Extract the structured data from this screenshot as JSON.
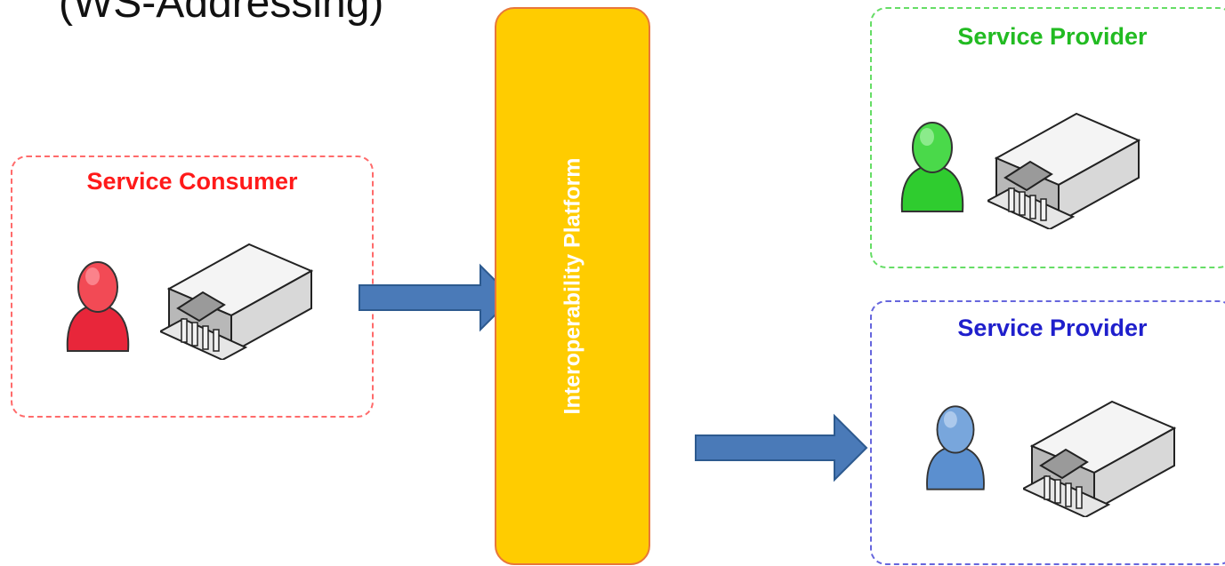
{
  "heading": "(WS-Addressing)",
  "platform": {
    "label": "Interoperability Platform",
    "fill": "#ffcc00",
    "border": "#e8773a"
  },
  "consumer": {
    "title": "Service Consumer",
    "color": "#ff1a1a",
    "person_color": "#e8263a",
    "icons": [
      "person-icon",
      "building-server-icon"
    ]
  },
  "provider_top": {
    "title": "Service Provider",
    "color": "#22bb22",
    "person_color": "#2fcc2f",
    "icons": [
      "person-icon",
      "building-server-icon"
    ]
  },
  "provider_bottom": {
    "title": "Service Provider",
    "color": "#1f1fcc",
    "person_color": "#5b8fcf",
    "icons": [
      "person-icon",
      "building-server-icon"
    ]
  },
  "arrow_color": "#4a7ab8"
}
